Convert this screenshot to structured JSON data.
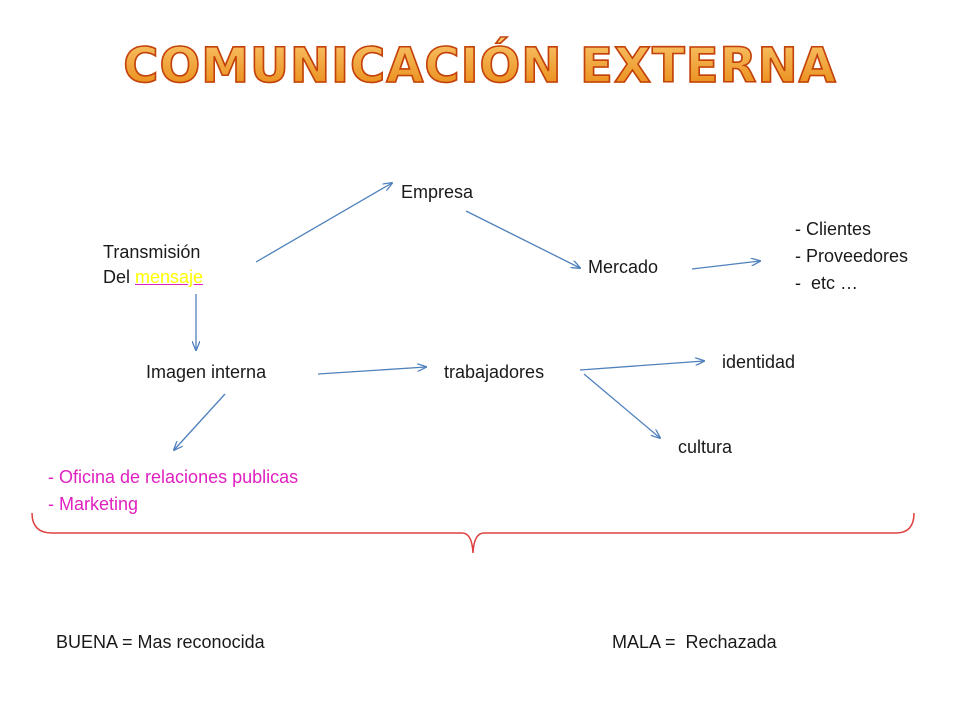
{
  "title": "COMUNICACIÓN EXTERNA",
  "nodes": {
    "transmision_line1": "Transmisión",
    "transmision_line2_prefix": "Del ",
    "transmision_line2_highlight": "mensaje",
    "empresa": "Empresa",
    "mercado": "Mercado",
    "mercado_items": [
      "- Clientes",
      "- Proveedores",
      "-  etc …"
    ],
    "imagen_interna": "Imagen interna",
    "trabajadores": "trabajadores",
    "identidad": "identidad",
    "cultura": "cultura",
    "imagen_items": [
      "- Oficina de relaciones publicas",
      "- Marketing"
    ]
  },
  "footer": {
    "buena": "BUENA = Mas reconocida",
    "mala": "MALA =  Rechazada"
  },
  "colors": {
    "title_fill": "#f0a030",
    "title_outline": "#c2410c",
    "arrow": "#4f81bd",
    "brace": "#e04040",
    "highlight": "#ffff00",
    "magenta": "#e020c0"
  }
}
